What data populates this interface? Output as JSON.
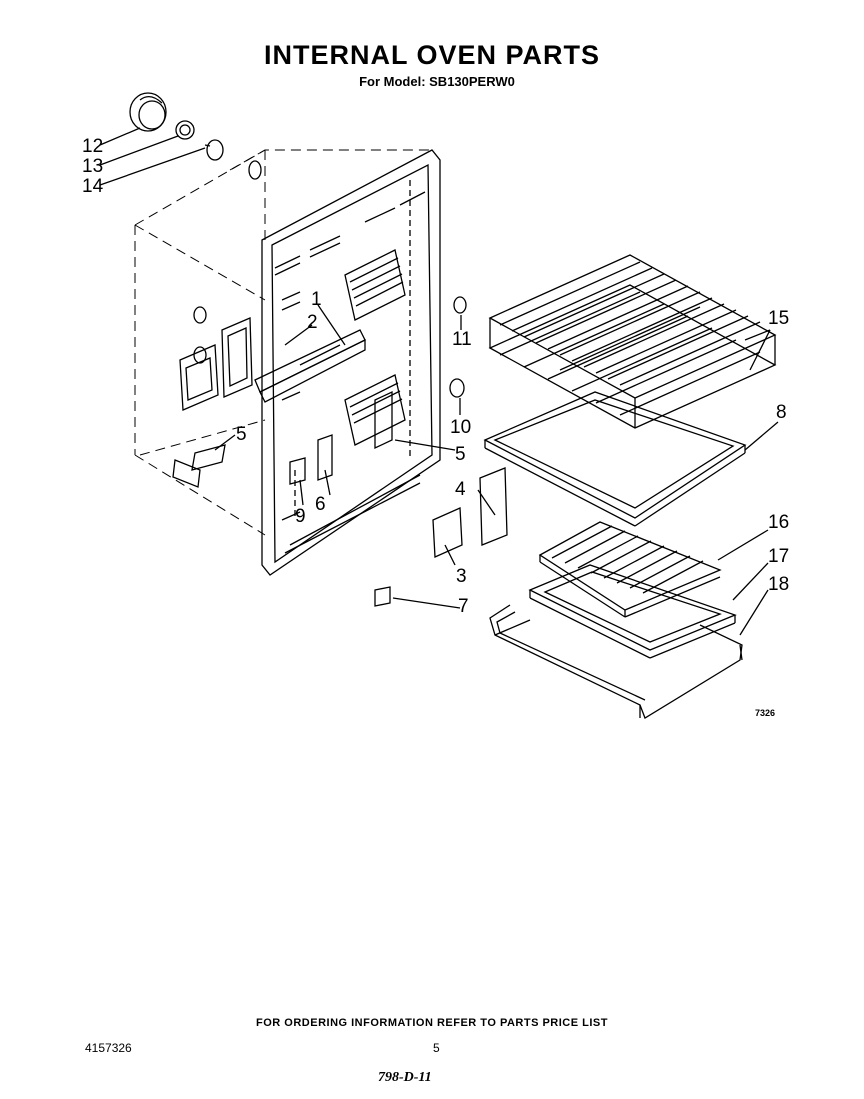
{
  "header": {
    "title": "INTERNAL OVEN PARTS",
    "subtitle": "For Model: SB130PERW0"
  },
  "callouts": {
    "c1": "1",
    "c2": "2",
    "c3": "3",
    "c4": "4",
    "c5a": "5",
    "c5b": "5",
    "c6": "6",
    "c7": "7",
    "c8": "8",
    "c9": "9",
    "c10": "10",
    "c11": "11",
    "c12": "12",
    "c13": "13",
    "c14": "14",
    "c15": "15",
    "c16": "16",
    "c17": "17",
    "c18": "18"
  },
  "figure_code": "7326",
  "footer": {
    "ordering_note": "FOR ORDERING INFORMATION REFER TO PARTS PRICE LIST",
    "part_number": "4157326",
    "page_number": "5",
    "handwritten": "798-D-11"
  }
}
